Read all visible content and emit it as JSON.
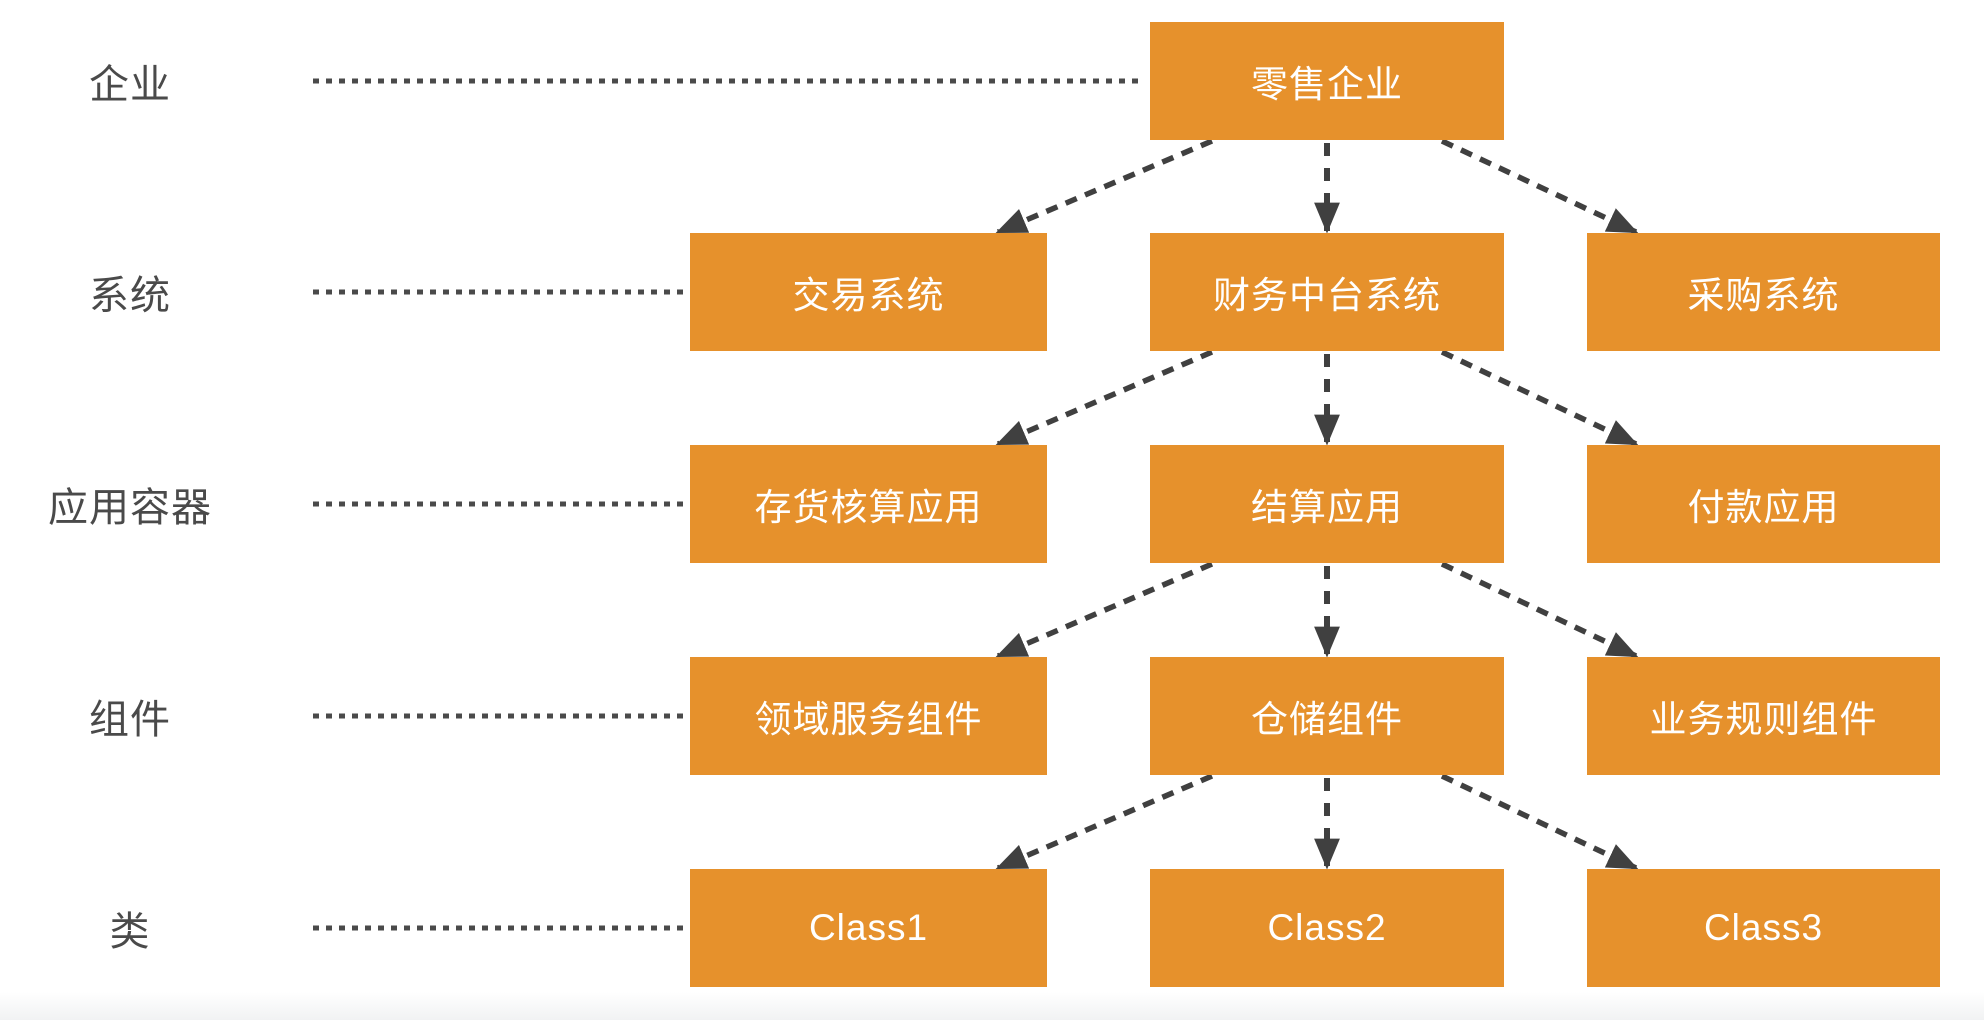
{
  "diagram": {
    "levels": [
      {
        "id": "enterprise",
        "label": "企业",
        "nodes": [
          {
            "id": "retail-enterprise",
            "col": "mid",
            "text": "零售企业"
          }
        ]
      },
      {
        "id": "system",
        "label": "系统",
        "nodes": [
          {
            "id": "trade-system",
            "col": "left",
            "text": "交易系统"
          },
          {
            "id": "finance-platform-system",
            "col": "mid",
            "text": "财务中台系统"
          },
          {
            "id": "purchase-system",
            "col": "right",
            "text": "采购系统"
          }
        ]
      },
      {
        "id": "app-container",
        "label": "应用容器",
        "nodes": [
          {
            "id": "inventory-accounting-app",
            "col": "left",
            "text": "存货核算应用"
          },
          {
            "id": "settlement-app",
            "col": "mid",
            "text": "结算应用"
          },
          {
            "id": "payment-app",
            "col": "right",
            "text": "付款应用"
          }
        ]
      },
      {
        "id": "component",
        "label": "组件",
        "nodes": [
          {
            "id": "domain-service-component",
            "col": "left",
            "text": "领域服务组件"
          },
          {
            "id": "repository-component",
            "col": "mid",
            "text": "仓储组件"
          },
          {
            "id": "business-rule-component",
            "col": "right",
            "text": "业务规则组件"
          }
        ]
      },
      {
        "id": "class",
        "label": "类",
        "nodes": [
          {
            "id": "class1",
            "col": "left",
            "text": "Class1"
          },
          {
            "id": "class2",
            "col": "mid",
            "text": "Class2"
          },
          {
            "id": "class3",
            "col": "right",
            "text": "Class3"
          }
        ]
      }
    ],
    "edges": [
      {
        "from": "retail-enterprise",
        "to": "trade-system"
      },
      {
        "from": "retail-enterprise",
        "to": "finance-platform-system"
      },
      {
        "from": "retail-enterprise",
        "to": "purchase-system"
      },
      {
        "from": "finance-platform-system",
        "to": "inventory-accounting-app"
      },
      {
        "from": "finance-platform-system",
        "to": "settlement-app"
      },
      {
        "from": "finance-platform-system",
        "to": "payment-app"
      },
      {
        "from": "settlement-app",
        "to": "domain-service-component"
      },
      {
        "from": "settlement-app",
        "to": "repository-component"
      },
      {
        "from": "settlement-app",
        "to": "business-rule-component"
      },
      {
        "from": "repository-component",
        "to": "class1"
      },
      {
        "from": "repository-component",
        "to": "class2"
      },
      {
        "from": "repository-component",
        "to": "class3"
      }
    ],
    "colors": {
      "node_fill": "#E6912C",
      "node_text": "#FFFFFF",
      "arrow": "#404040",
      "level_label": "#4A4A4A",
      "background": "#FFFFFF"
    }
  }
}
